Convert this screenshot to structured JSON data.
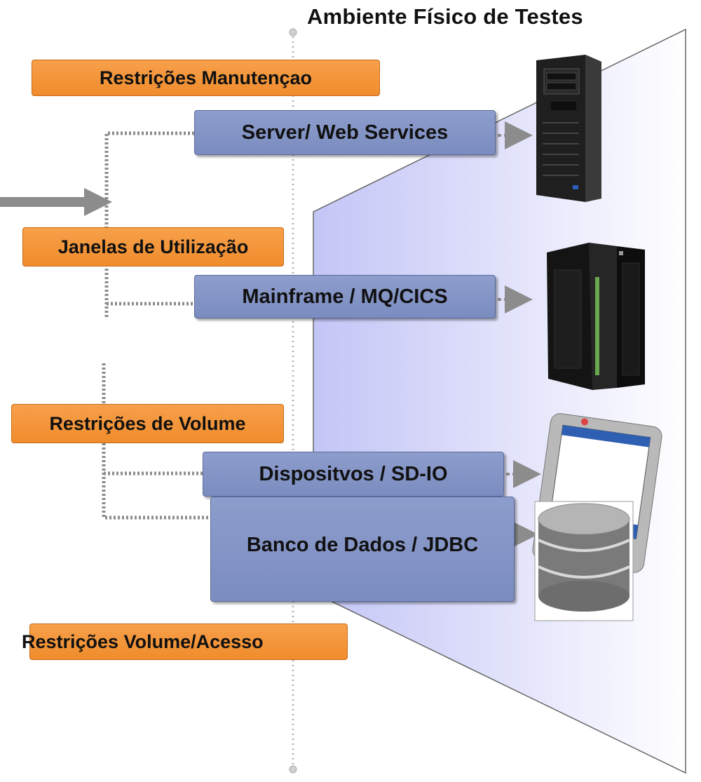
{
  "title": "Ambiente Físico de Testes",
  "constraints": [
    {
      "label": "Restrições Manutençao"
    },
    {
      "label": "Janelas de Utilização"
    },
    {
      "label": "Restrições de Volume"
    },
    {
      "label": "Restrições Volume/Acesso"
    }
  ],
  "services": [
    {
      "label": "Server/ Web Services",
      "target": "server-tower"
    },
    {
      "label": "Mainframe / MQ/CICS",
      "target": "mainframe"
    },
    {
      "label": "Dispositvos / SD-IO",
      "target": "pda-device"
    },
    {
      "label": "Banco de Dados / JDBC",
      "target": "database"
    }
  ],
  "colors": {
    "constraint_box": "#f39634",
    "service_box": "#8595c7",
    "environment_plane": "#c6c8f5",
    "connector": "#8c8c8c"
  }
}
